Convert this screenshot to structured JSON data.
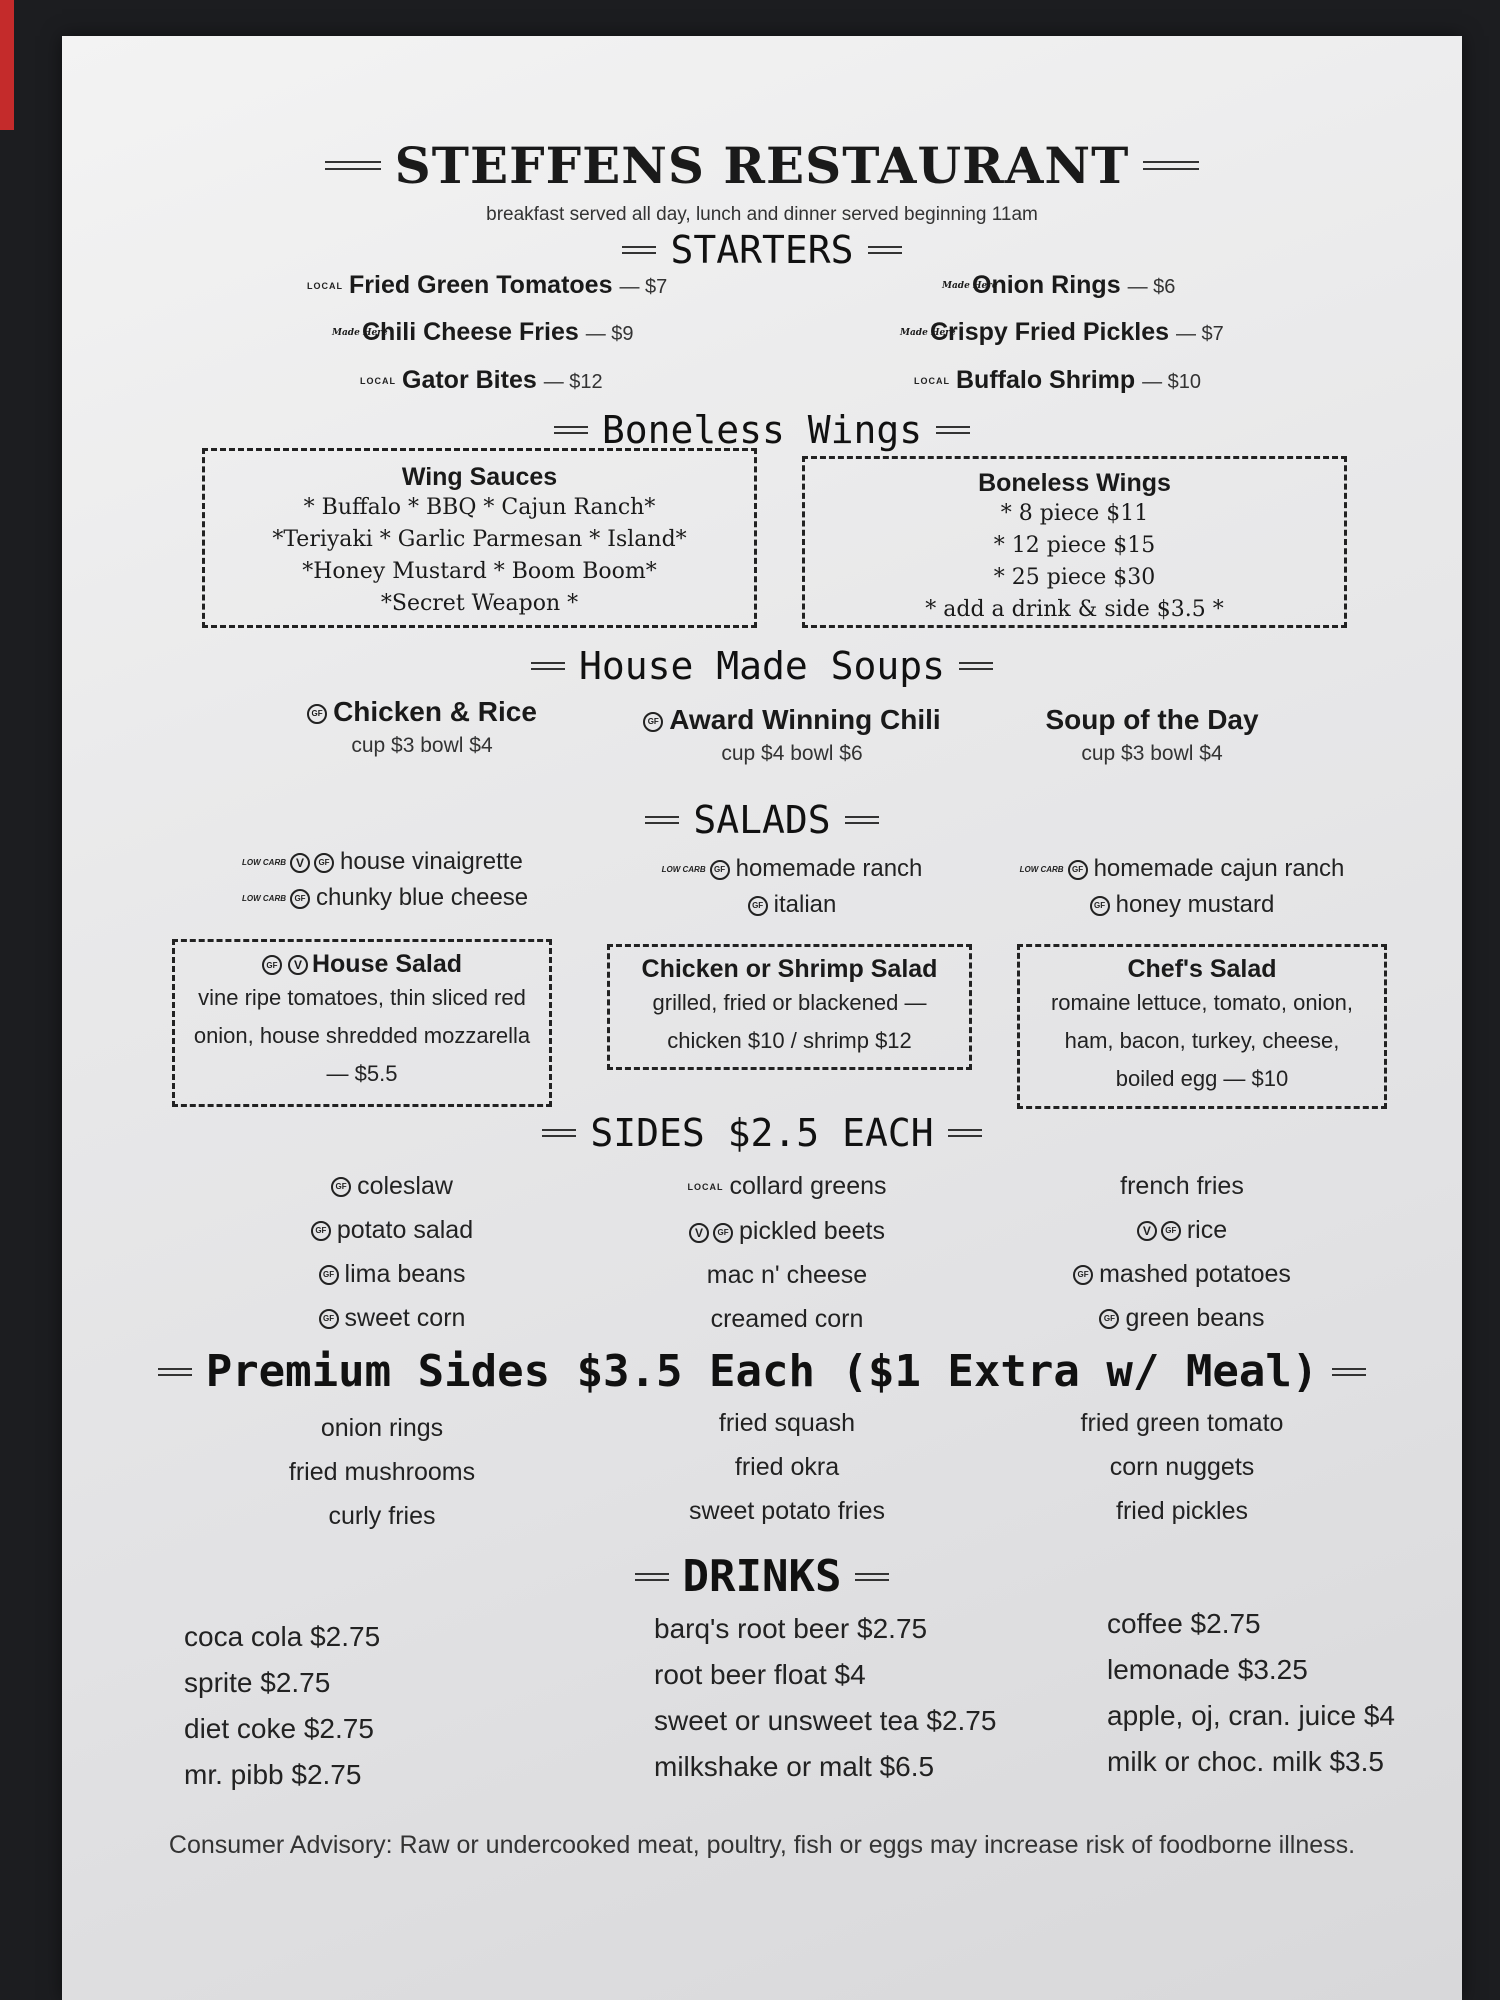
{
  "header": {
    "title": "STEFFENS RESTAURANT",
    "tagline": "breakfast served all day, lunch and dinner served beginning 11am"
  },
  "starters": {
    "title": "STARTERS",
    "items": [
      {
        "tag": "LOCAL",
        "name": "Fried Green Tomatoes",
        "price": "— $7"
      },
      {
        "tag": "Made Here",
        "name": "Onion Rings",
        "price": "— $6"
      },
      {
        "tag": "Made Here",
        "name": "Chili Cheese Fries",
        "price": "— $9"
      },
      {
        "tag": "Made Here",
        "name": "Crispy Fried Pickles",
        "price": "— $7"
      },
      {
        "tag": "LOCAL",
        "name": "Gator Bites",
        "price": "— $12"
      },
      {
        "tag": "LOCAL",
        "name": "Buffalo Shrimp",
        "price": "— $10"
      }
    ]
  },
  "wings": {
    "title": "Boneless Wings",
    "sauces_title": "Wing Sauces",
    "sauce_lines": [
      "* Buffalo   *   BBQ   *   Cajun Ranch*",
      "*Teriyaki  *  Garlic Parmesan  *  Island*",
      "*Honey Mustard   *   Boom Boom*",
      "*Secret Weapon *"
    ],
    "box_title": "Boneless Wings",
    "box_lines": [
      "* 8 piece $11",
      "* 12 piece $15",
      "* 25 piece $30",
      "* add a drink & side $3.5 *"
    ]
  },
  "soups": {
    "title": "House Made Soups",
    "items": [
      {
        "name": "Chicken & Rice",
        "price": "cup $3 bowl $4",
        "gf": "GF"
      },
      {
        "name": "Award Winning Chili",
        "price": "cup $4 bowl $6",
        "gf": "GF"
      },
      {
        "name": "Soup of the Day",
        "price": "cup $3 bowl $4"
      }
    ]
  },
  "salads": {
    "title": "SALADS",
    "dressings": [
      "house vinaigrette",
      "chunky blue cheese",
      "homemade ranch",
      "italian",
      "homemade cajun ranch",
      "honey mustard"
    ],
    "labels": {
      "gf": "GF",
      "v": "V",
      "low_carb": "LOW CARB"
    },
    "house": {
      "title": "House Salad",
      "desc": [
        "vine ripe tomatoes, thin sliced red",
        "onion, house shredded mozzarella",
        "— $5.5"
      ]
    },
    "chicken": {
      "title": "Chicken or Shrimp Salad",
      "desc": [
        "grilled, fried or blackened  —",
        "chicken $10   /   shrimp $12"
      ]
    },
    "chef": {
      "title": "Chef's Salad",
      "desc": [
        "romaine lettuce, tomato, onion,",
        "ham, bacon, turkey, cheese,",
        "boiled egg — $10"
      ]
    }
  },
  "sides": {
    "title": "SIDES $2.5 EACH",
    "col1": [
      "coleslaw",
      "potato salad",
      "lima beans",
      "sweet corn"
    ],
    "col2": [
      "collard greens",
      "pickled beets",
      "mac n' cheese",
      "creamed corn"
    ],
    "col3": [
      "french fries",
      "rice",
      "mashed potatoes",
      "green beans"
    ],
    "local_tag": "LOCAL"
  },
  "premium": {
    "title": "Premium Sides $3.5 Each ($1 Extra w/ Meal)",
    "col1": [
      "onion rings",
      "fried mushrooms",
      "curly fries"
    ],
    "col2": [
      "fried squash",
      "fried okra",
      "sweet potato fries"
    ],
    "col3": [
      "fried green tomato",
      "corn nuggets",
      "fried pickles"
    ]
  },
  "drinks": {
    "title": "DRINKS",
    "col1": [
      "coca cola $2.75",
      "sprite $2.75",
      "diet coke $2.75",
      "mr. pibb $2.75"
    ],
    "col2": [
      "barq's root beer $2.75",
      "root beer float $4",
      "sweet or unsweet tea $2.75",
      "milkshake or malt $6.5"
    ],
    "col3": [
      "coffee $2.75",
      "lemonade $3.25",
      "apple, oj, cran. juice $4",
      "milk or choc. milk $3.5"
    ]
  },
  "advisory": "Consumer Advisory: Raw or undercooked meat, poultry, fish or eggs may increase risk of foodborne illness."
}
